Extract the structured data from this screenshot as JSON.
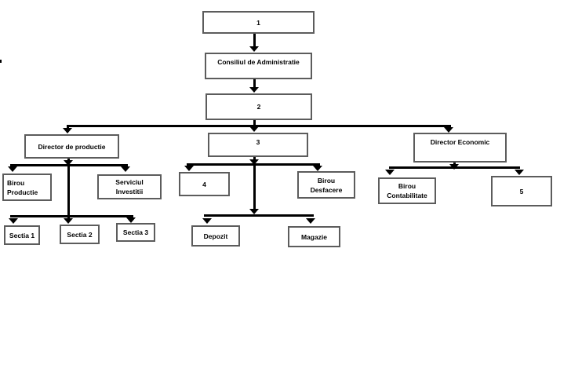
{
  "diagram": {
    "type": "org-chart",
    "nodes": {
      "n1": {
        "label": "1"
      },
      "consiliu": {
        "label": "Consiliul de Administratie"
      },
      "n2": {
        "label": "2"
      },
      "dir_prod": {
        "label": "Director de productie"
      },
      "n3": {
        "label": "3"
      },
      "dir_econ": {
        "label": "Director Economic"
      },
      "birou_prod": {
        "label": "Birou\nProductie"
      },
      "serv_inv": {
        "label": "Serviciul\nInvestitii"
      },
      "n4": {
        "label": "4"
      },
      "birou_desf": {
        "label": "Birou\nDesfacere"
      },
      "birou_cont": {
        "label": "Birou\nContabilitate"
      },
      "n5": {
        "label": "5"
      },
      "sectia1": {
        "label": "Sectia 1"
      },
      "sectia2": {
        "label": "Sectia 2"
      },
      "sectia3": {
        "label": "Sectia 3"
      },
      "depozit": {
        "label": "Depozit"
      },
      "magazie": {
        "label": "Magazie"
      }
    },
    "edges": [
      {
        "from": "1",
        "to": "Consiliul de Administratie"
      },
      {
        "from": "Consiliul de Administratie",
        "to": "2"
      },
      {
        "from": "2",
        "to": "Director de productie"
      },
      {
        "from": "2",
        "to": "3"
      },
      {
        "from": "2",
        "to": "Director Economic"
      },
      {
        "from": "Director de productie",
        "to": "Birou Productie"
      },
      {
        "from": "Director de productie",
        "to": "Serviciul Investitii"
      },
      {
        "from": "Director de productie",
        "to": "Sectia 1"
      },
      {
        "from": "Director de productie",
        "to": "Sectia 2"
      },
      {
        "from": "Director de productie",
        "to": "Sectia 3"
      },
      {
        "from": "3",
        "to": "4"
      },
      {
        "from": "3",
        "to": "Birou Desfacere"
      },
      {
        "from": "3",
        "to": "Depozit"
      },
      {
        "from": "3",
        "to": "Magazie"
      },
      {
        "from": "Director Economic",
        "to": "Birou Contabilitate"
      },
      {
        "from": "Director Economic",
        "to": "5"
      }
    ],
    "colors": {
      "background": "#ffffff",
      "box_fill": "#ffffff",
      "box_border": "#5c5c5c",
      "connector": "#000000",
      "text": "#000000"
    }
  }
}
